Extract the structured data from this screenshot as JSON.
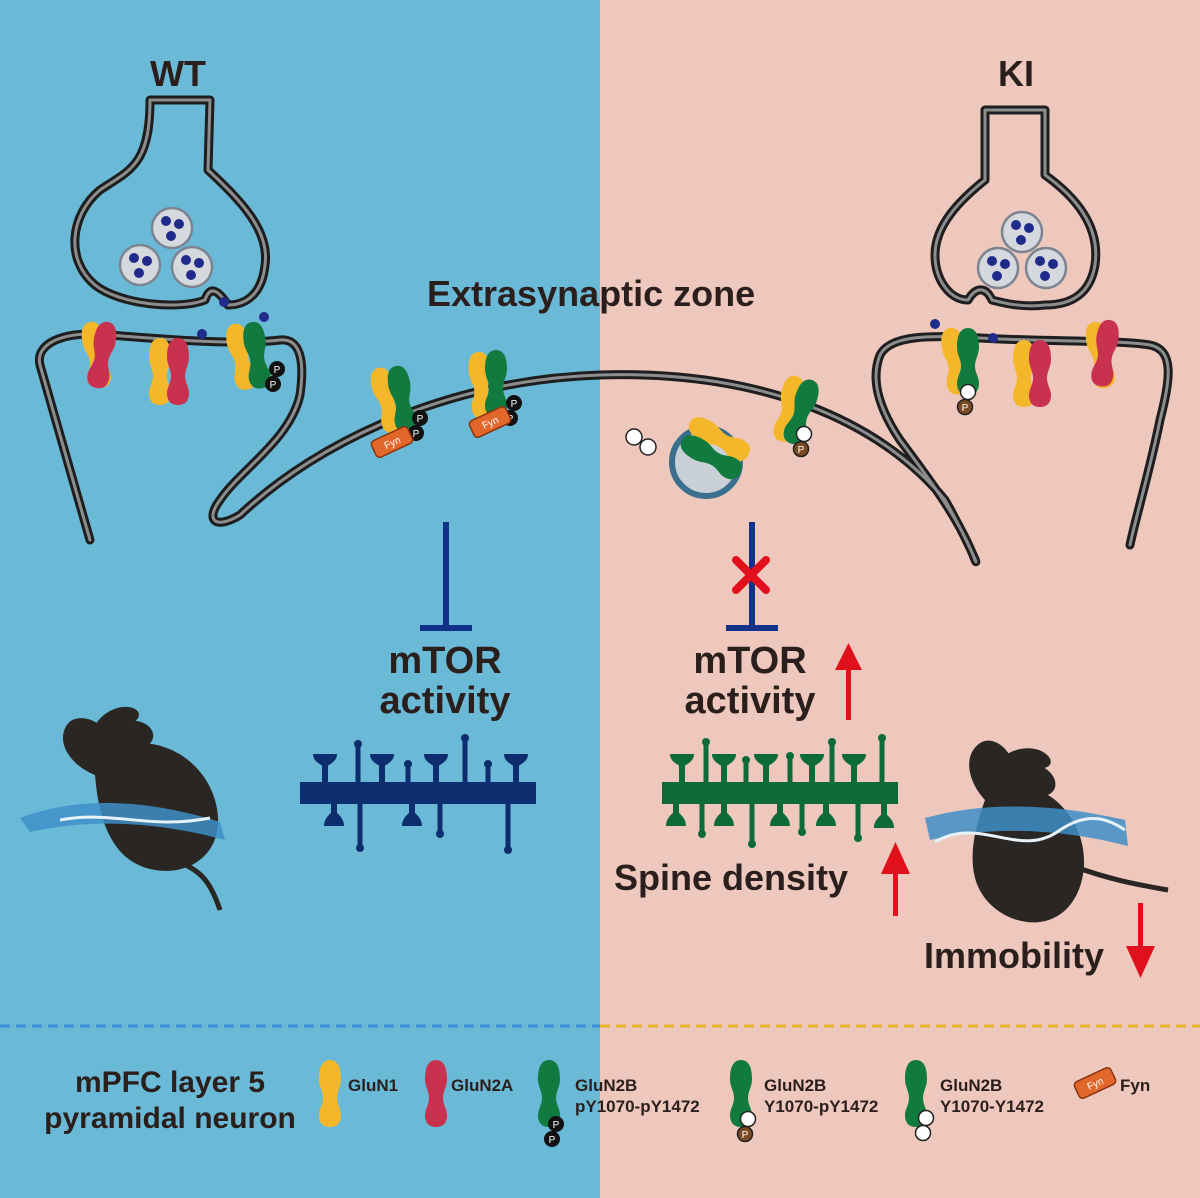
{
  "panels": {
    "left": {
      "title": "WT",
      "title_color": "#1b2a6b",
      "bg": "#6ab9d6"
    },
    "right": {
      "title": "KI",
      "title_color": "#1e7a3a",
      "bg": "#eec7bd"
    }
  },
  "zone_label": "Extrasynaptic zone",
  "left_outcome": {
    "line1": "mTOR",
    "line2": "activity",
    "spine_color": "#0d2d6e"
  },
  "right_outcome": {
    "line1": "mTOR",
    "line2": "activity",
    "spine_label": "Spine density",
    "immobility_label": "Immobility",
    "spine_color": "#0d6b35"
  },
  "legend": {
    "caption_line1": "mPFC layer 5",
    "caption_line2": "pyramidal neuron",
    "items": [
      {
        "name": "GluN1",
        "color": "#f5b72a"
      },
      {
        "name": "GluN2A",
        "color": "#c8324e"
      },
      {
        "name": "GluN2B",
        "detail": "pY1070-pY1472",
        "color": "#117a3e"
      },
      {
        "name": "GluN2B",
        "detail": "Y1070-pY1472",
        "color": "#117a3e"
      },
      {
        "name": "GluN2B",
        "detail": "Y1070-Y1472",
        "color": "#117a3e"
      },
      {
        "name": "Fyn",
        "color": "#e2672a"
      }
    ]
  },
  "markers": {
    "phospho": "P",
    "fyn": "Fyn"
  },
  "colors": {
    "arrow_red": "#e0101c",
    "inhibit_blue": "#12328a",
    "membrane": "#3b3b3b",
    "vesicle_dot": "#1f2a8a"
  },
  "icons": [
    "mouse-swimming-icon",
    "dendrite-spines-icon",
    "vesicle-icon",
    "inhibition-icon",
    "cross-icon",
    "up-arrow-icon",
    "down-arrow-icon"
  ]
}
